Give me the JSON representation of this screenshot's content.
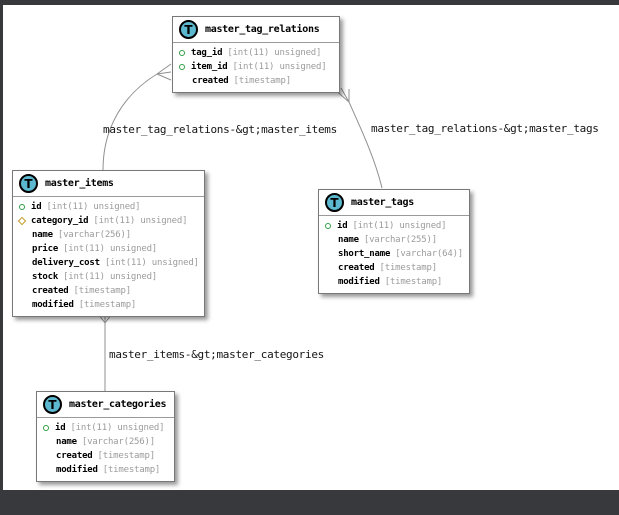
{
  "diagram": {
    "tables": [
      {
        "title": "master_tag_relations",
        "fields": [
          {
            "key": "primary",
            "name": "tag_id",
            "type": "[int(11) unsigned]"
          },
          {
            "key": "primary",
            "name": "item_id",
            "type": "[int(11) unsigned]"
          },
          {
            "key": "none",
            "name": "created",
            "type": "[timestamp]"
          }
        ]
      },
      {
        "title": "master_items",
        "fields": [
          {
            "key": "primary",
            "name": "id",
            "type": "[int(11) unsigned]"
          },
          {
            "key": "foreign",
            "name": "category_id",
            "type": "[int(11) unsigned]"
          },
          {
            "key": "none",
            "name": "name",
            "type": "[varchar(256)]"
          },
          {
            "key": "none",
            "name": "price",
            "type": "[int(11) unsigned]"
          },
          {
            "key": "none",
            "name": "delivery_cost",
            "type": "[int(11) unsigned]"
          },
          {
            "key": "none",
            "name": "stock",
            "type": "[int(11) unsigned]"
          },
          {
            "key": "none",
            "name": "created",
            "type": "[timestamp]"
          },
          {
            "key": "none",
            "name": "modified",
            "type": "[timestamp]"
          }
        ]
      },
      {
        "title": "master_tags",
        "fields": [
          {
            "key": "primary",
            "name": "id",
            "type": "[int(11) unsigned]"
          },
          {
            "key": "none",
            "name": "name",
            "type": "[varchar(255)]"
          },
          {
            "key": "none",
            "name": "short_name",
            "type": "[varchar(64)]"
          },
          {
            "key": "none",
            "name": "created",
            "type": "[timestamp]"
          },
          {
            "key": "none",
            "name": "modified",
            "type": "[timestamp]"
          }
        ]
      },
      {
        "title": "master_categories",
        "fields": [
          {
            "key": "primary",
            "name": "id",
            "type": "[int(11) unsigned]"
          },
          {
            "key": "none",
            "name": "name",
            "type": "[varchar(256)]"
          },
          {
            "key": "none",
            "name": "created",
            "type": "[timestamp]"
          },
          {
            "key": "none",
            "name": "modified",
            "type": "[timestamp]"
          }
        ]
      }
    ],
    "relations": [
      {
        "label": "master_tag_relations-&gt;master_items"
      },
      {
        "label": "master_tag_relations-&gt;master_tags"
      },
      {
        "label": "master_items-&gt;master_categories"
      }
    ],
    "icons": {
      "table_letter": "T",
      "primary_key": "green-circle",
      "foreign_key": "gold-diamond"
    },
    "colors": {
      "table_icon_fill": "#5cb8cf",
      "primary_key": "#2f9e44",
      "foreign_key": "#c49b27",
      "relation_line": "#909090",
      "frame": "#37393c"
    }
  }
}
